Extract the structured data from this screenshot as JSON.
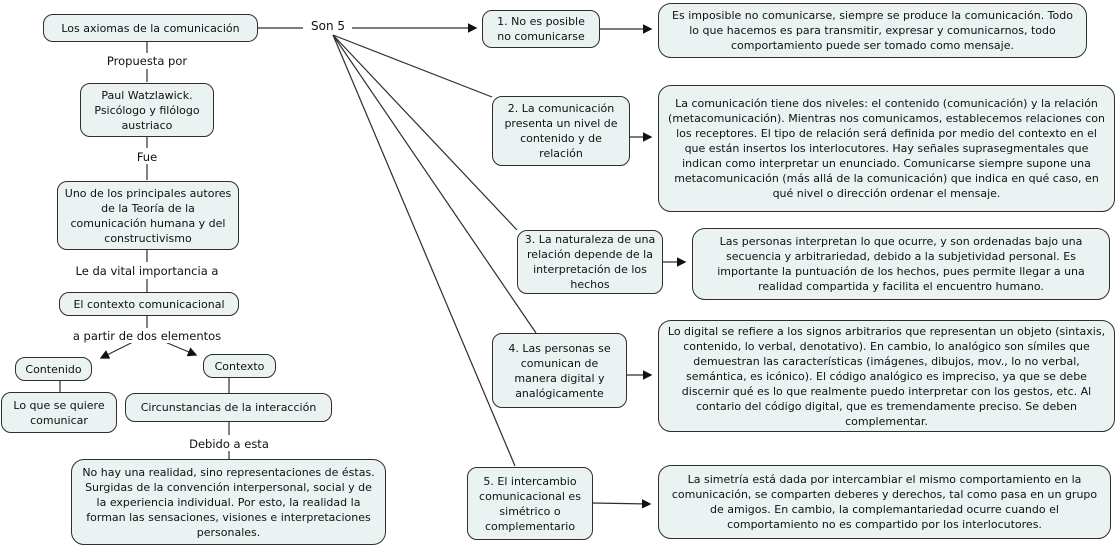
{
  "diagram": {
    "background_color": "#ffffff",
    "node_fill_color": "#ebf2f2",
    "node_border_color": "#2e2e2e",
    "connector_color": "#2e2e2e",
    "text_color": "#111111"
  },
  "main": {
    "root": "Los axiomas de la comunicación",
    "son5": "Son 5",
    "chain": {
      "propuesta_por": "Propuesta por",
      "author": "Paul Watzlawick. Psicólogo y filólogo austriaco",
      "fue": "Fue",
      "author_role": "Uno de los principales autores de la Teoría de la comunicación humana y del constructivismo",
      "le_da": "Le da vital importancia a",
      "contexto_comunicacional": "El contexto comunicacional",
      "a_partir": "a partir de dos elementos",
      "contenido": "Contenido",
      "contexto": "Contexto",
      "contenido_def": "Lo que se quiere comunicar",
      "contexto_def": "Circunstancias de la interacción",
      "debido": "Debido a esta",
      "realidad": "No hay una realidad, sino representaciones de éstas. Surgidas de la convención interpersonal, social y de la experiencia individual. Por esto, la realidad la forman las sensaciones, visiones e interpretaciones personales."
    },
    "axioms": [
      {
        "title": "1. No es posible no comunicarse",
        "description": "Es imposible no comunicarse, siempre se produce la comunicación. Todo lo que hacemos es para transmitir, expresar y comunicarnos, todo comportamiento puede ser tomado como mensaje."
      },
      {
        "title": "2. La comunicación presenta un nivel de contenido y de relación",
        "description": "La comunicación tiene dos niveles: el contenido (comunicación) y la relación (metacomunicación). Mientras nos comunicamos, establecemos relaciones con los receptores. El tipo de relación será definida por medio del contexto en el que están insertos los interlocutores. Hay señales suprasegmentales que indican como interpretar un enunciado. Comunicarse siempre supone una metacomunicación (más allá de la comunicación) que indica en qué caso, en qué nivel o dirección ordenar el mensaje."
      },
      {
        "title": "3. La naturaleza de una relación depende de la interpretación de los hechos",
        "description": "Las personas interpretan lo que ocurre, y son ordenadas bajo una secuencia y arbitrariedad, debido a la subjetividad personal. Es importante la puntuación de los hechos, pues permite llegar a una realidad compartida y facilita el encuentro humano."
      },
      {
        "title": "4. Las personas se comunican de manera digital y analógicamente",
        "description": "Lo digital se refiere a los signos arbitrarios que representan un objeto (sintaxis, contenido, lo verbal, denotativo). En cambio, lo analógico son símiles que demuestran las características (imágenes, dibujos, mov., lo no verbal, semántica, es icónico). El código analógico es impreciso, ya que se debe discernir qué es lo que realmente puedo interpretar con los gestos, etc. Al contario del código digital, que es tremendamente preciso. Se deben complementar."
      },
      {
        "title": "5. El intercambio comunicacional es simétrico o complementario",
        "description": "La simetría está dada por intercambiar el mismo comportamiento en la comunicación, se comparten deberes y derechos, tal como pasa en un grupo de amigos. En cambio, la complemantariedad ocurre cuando el comportamiento no es compartido por los interlocutores."
      }
    ]
  }
}
